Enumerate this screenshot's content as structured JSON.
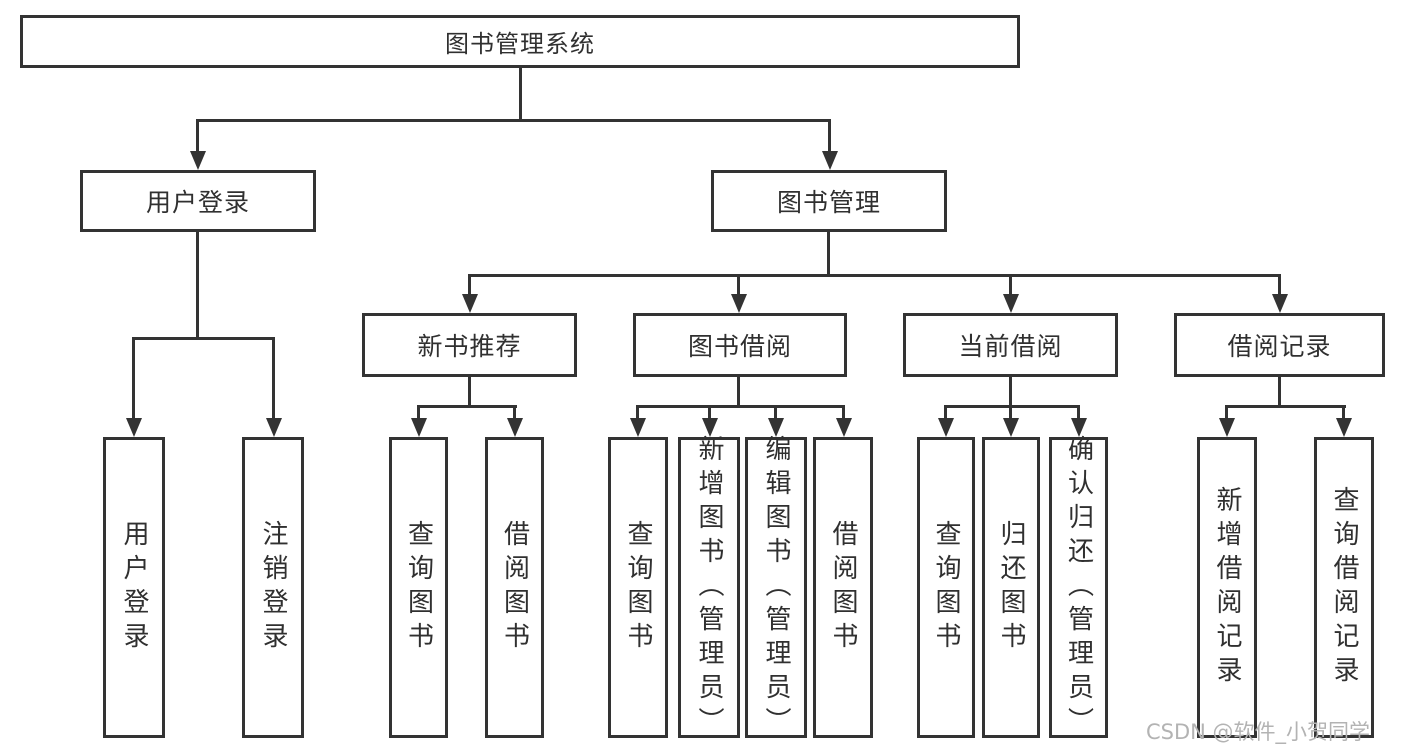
{
  "colors": {
    "line": "#333333",
    "text": "#303030",
    "watermark": "#b3b3b3",
    "background": "#ffffff"
  },
  "watermark": "CSDN @软件_小贺同学",
  "nodes": {
    "root": {
      "label": "图书管理系统"
    },
    "user_login": {
      "label": "用户登录"
    },
    "book_mgmt": {
      "label": "图书管理"
    },
    "new_book_rec": {
      "label": "新书推荐"
    },
    "book_borrow": {
      "label": "图书借阅"
    },
    "current_borrow": {
      "label": "当前借阅"
    },
    "borrow_records": {
      "label": "借阅记录"
    },
    "leaf_user_login": {
      "label": "用户登录"
    },
    "leaf_logout": {
      "label": "注销登录"
    },
    "leaf_query_book_rec": {
      "label": "查询图书"
    },
    "leaf_borrow_book_rec": {
      "label": "借阅图书"
    },
    "leaf_query_book_borrow": {
      "label": "查询图书"
    },
    "leaf_add_book": {
      "label": "新增图书（管理员）"
    },
    "leaf_edit_book": {
      "label": "编辑图书（管理员）"
    },
    "leaf_borrow_book_borrow": {
      "label": "借阅图书"
    },
    "leaf_query_book_current": {
      "label": "查询图书"
    },
    "leaf_return_book": {
      "label": "归还图书"
    },
    "leaf_confirm_return": {
      "label": "确认归还（管理员）"
    },
    "leaf_add_borrow_record": {
      "label": "新增借阅记录"
    },
    "leaf_query_borrow_record": {
      "label": "查询借阅记录"
    }
  }
}
